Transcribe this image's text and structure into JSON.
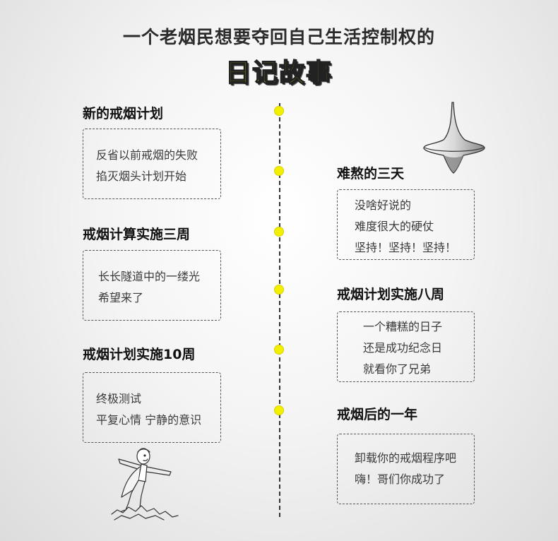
{
  "header": {
    "title": "一个老烟民想要夺回自己生活控制权的",
    "banner": "日记故事"
  },
  "timeline": {
    "left": [
      {
        "title": "新的戒烟计划",
        "lines": [
          "反省以前戒烟的失败",
          "掐灭烟头计划开始"
        ]
      },
      {
        "title": "戒烟计算实施三周",
        "lines": [
          "长长隧道中的一缕光",
          "希望来了"
        ]
      },
      {
        "title": "戒烟计划实施10周",
        "lines": [
          "终极测试",
          "平复心情 宁静的意识"
        ]
      }
    ],
    "right": [
      {
        "title": "难熬的三天",
        "lines": [
          "没啥好说的",
          "难度很大的硬仗",
          "坚持！坚持！坚持！"
        ]
      },
      {
        "title": "戒烟计划实施八周",
        "lines": [
          "一个糟糕的日子",
          "还是成功纪念日",
          "就看你了兄弟"
        ]
      },
      {
        "title": "戒烟后的一年",
        "lines": [
          "卸载你的戒烟程序吧",
          "嗨！哥们你成功了"
        ]
      }
    ]
  },
  "colors": {
    "accent_yellow": "#f3ef00",
    "text_dark": "#111111",
    "box_border": "#555555"
  },
  "icons": [
    "spinning-top-icon",
    "flying-man-icon"
  ]
}
